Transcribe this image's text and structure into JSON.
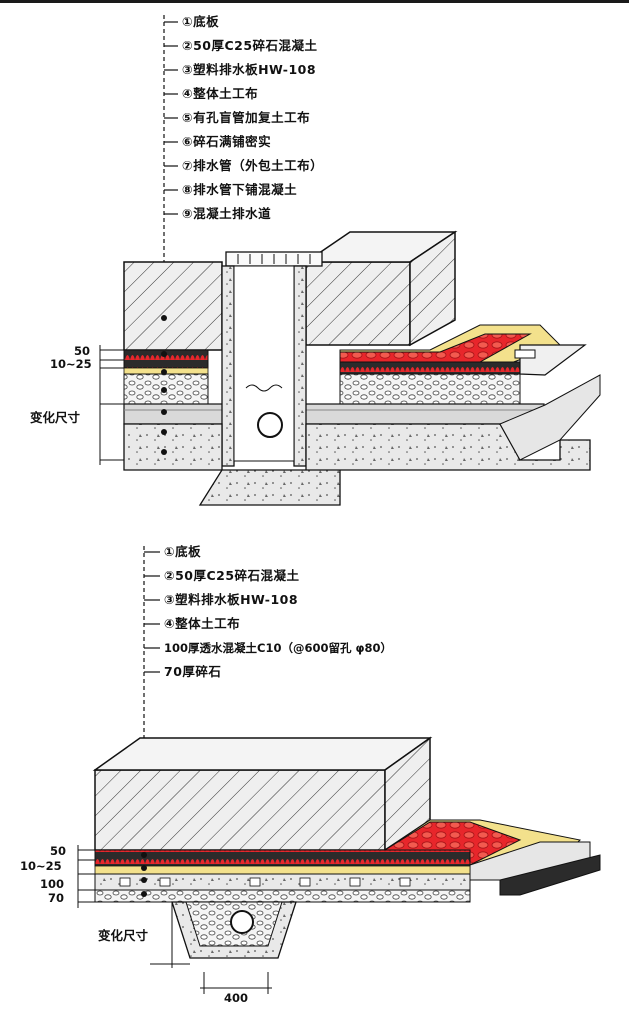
{
  "top_diagram": {
    "labels": [
      "①底板",
      "②50厚C25碎石混凝土",
      "③塑料排水板HW-108",
      "④整体土工布",
      "⑤有孔盲管加复土工布",
      "⑥碎石满铺密实",
      "⑦排水管（外包土工布）",
      "⑧排水管下铺混凝土",
      "⑨混凝土排水道"
    ],
    "dims": [
      "50",
      "10~25",
      "变化尺寸"
    ]
  },
  "bottom_diagram": {
    "labels": [
      "①底板",
      "②50厚C25碎石混凝土",
      "③塑料排水板HW-108",
      "④整体土工布",
      "100厚透水混凝土C10（@600留孔 φ80）",
      "70厚碎石"
    ],
    "dims": [
      "50",
      "10~25",
      "100",
      "70",
      "变化尺寸",
      "400"
    ]
  },
  "colors": {
    "drain_board_red": "#e8262b",
    "geotextile_yellow": "#f3e18c",
    "concrete": "#ededed",
    "dark_layer": "#2b2b2b",
    "outline": "#1a1a1a"
  }
}
